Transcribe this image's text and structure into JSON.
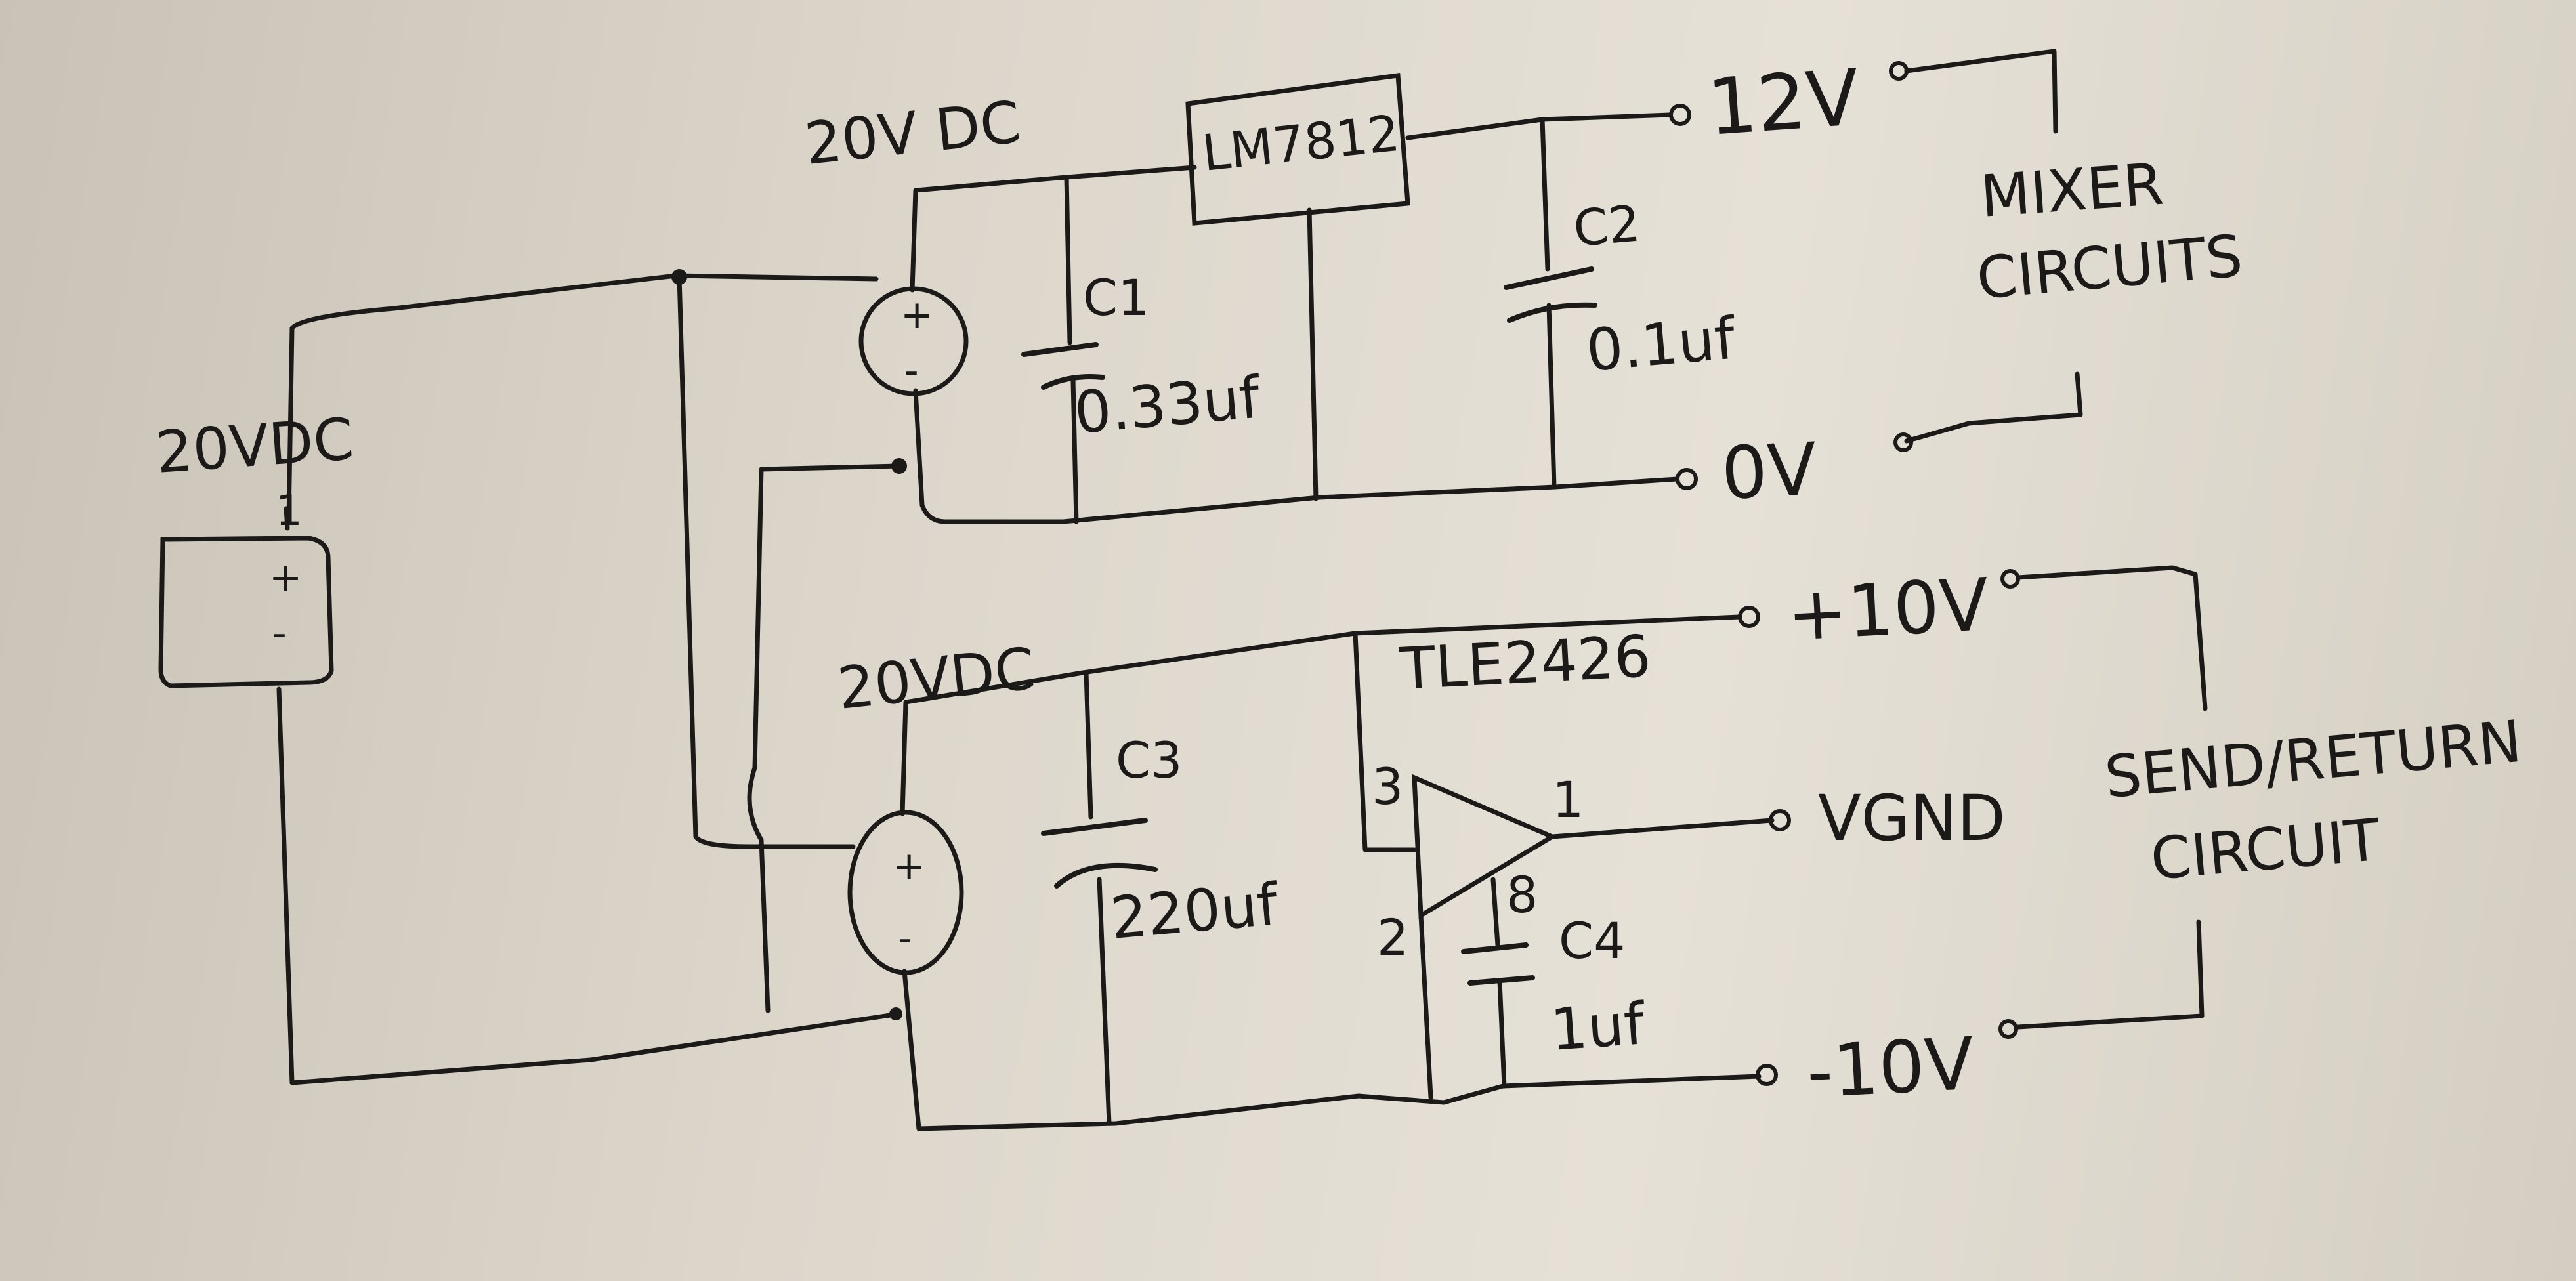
{
  "labels": {
    "supply_main": "20VDC",
    "supply_top": "20V DC",
    "supply_bottom": "20VDC",
    "regulator": "LM7812",
    "opamp": "TLE2426",
    "c1_name": "C1",
    "c1_value": "0.33uf",
    "c2_name": "C2",
    "c2_value": "0.1uf",
    "c3_name": "C3",
    "c3_value": "220uf",
    "c4_name": "C4",
    "c4_value": "1uf",
    "pin_1": "1",
    "pin_2": "2",
    "pin_3": "3",
    "pin_8": "8",
    "pin_batt": "1",
    "plus": "+",
    "minus": "-"
  },
  "outputs": {
    "v12": "12V",
    "v0": "0V",
    "vplus10": "+10V",
    "vgnd": "VGND",
    "vminus10": "-10V"
  },
  "groups": {
    "mixer_line1": "MIXER",
    "mixer_line2": "CIRCUITS",
    "send_line1": "SEND/RETURN",
    "send_line2": "CIRCUIT"
  }
}
